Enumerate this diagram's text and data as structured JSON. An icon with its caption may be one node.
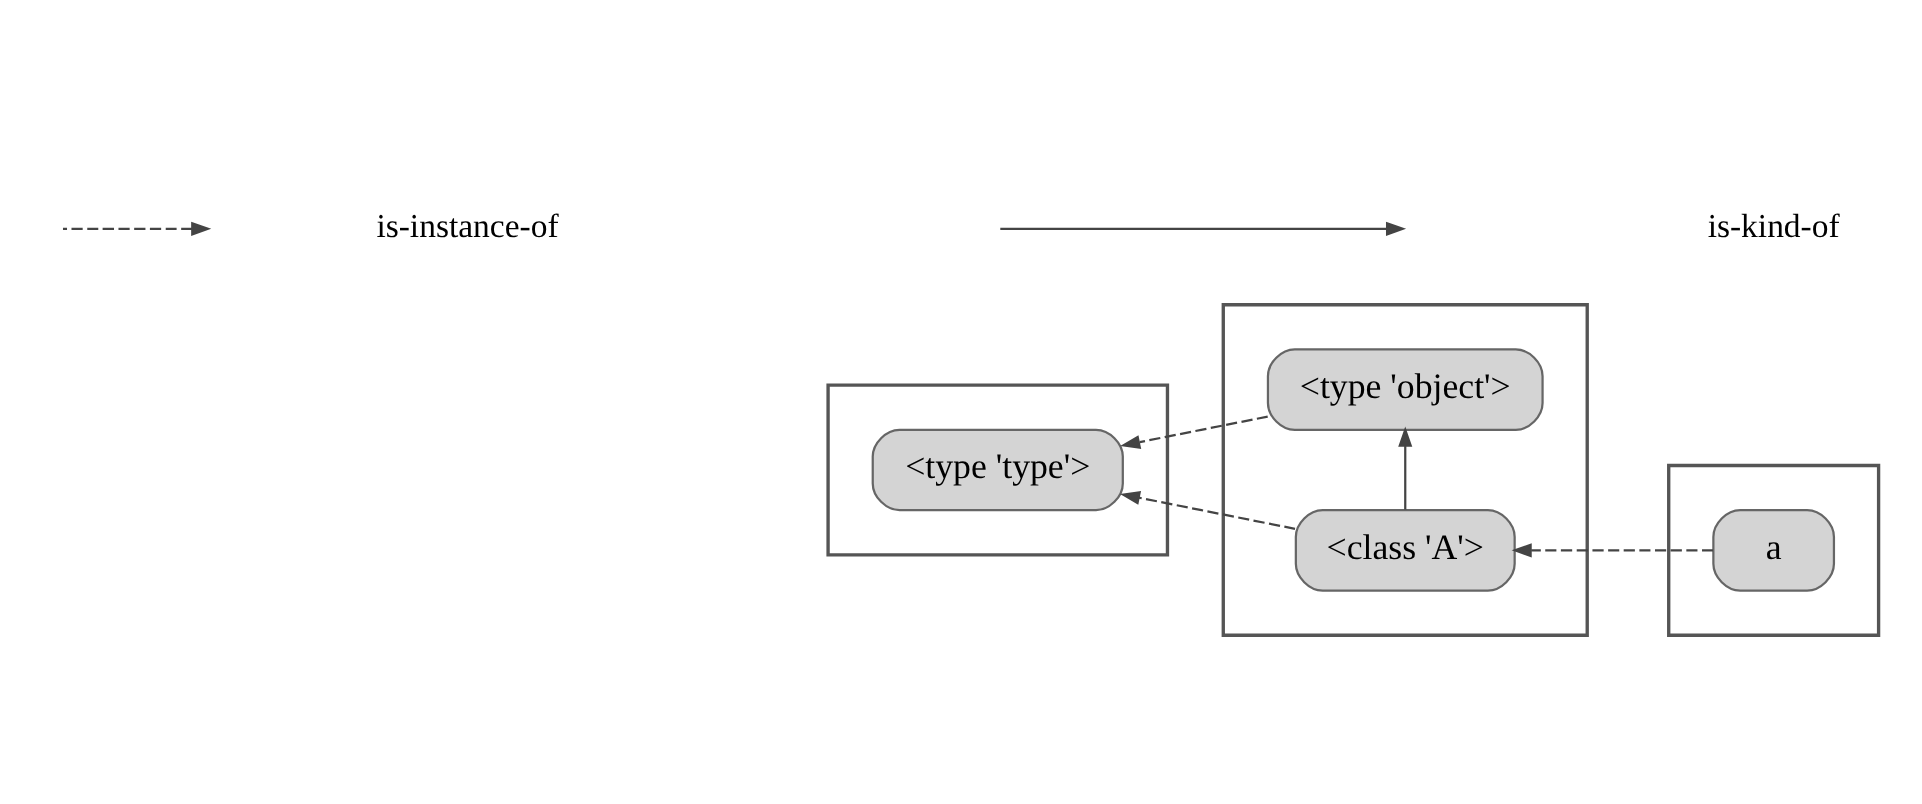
{
  "diagram": {
    "nodes": [
      {
        "text": [],
        "shape": "box"
      },
      {
        "text": [],
        "shape": "box"
      },
      {
        "text": [],
        "shape": "box"
      },
      {
        "text": [
          "<type 'type'>"
        ],
        "in": 0
      },
      {
        "text": [
          "<type 'object'>"
        ],
        "in": 1
      },
      {
        "text": [
          "<class 'A'>"
        ],
        "in": 1
      },
      {
        "text": [
          "a"
        ],
        "in": 2
      }
    ],
    "edges": [
      {
        "from": 4,
        "to": 3,
        "arrow": "to",
        "style": "dashed"
      },
      {
        "from": 5,
        "to": 3,
        "arrow": "to",
        "style": "dashed"
      },
      {
        "from": 5,
        "to": 4,
        "arrow": "to"
      },
      {
        "from": 6,
        "to": 5,
        "arrow": "to",
        "style": "dashed"
      }
    ],
    "legend": [
      {
        "text": "is-instance-of"
      },
      {
        "text": "is-kind-of"
      }
    ]
  }
}
